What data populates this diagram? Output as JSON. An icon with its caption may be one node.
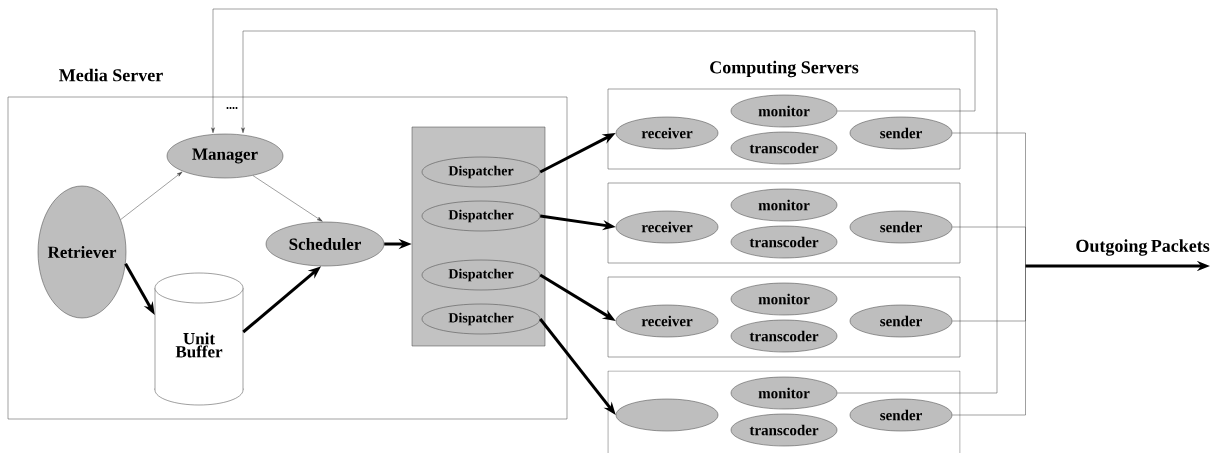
{
  "diagram": {
    "nodes": [
      {
        "text": [
          "Media Server"
        ]
      },
      {
        "text": [
          "Manager"
        ],
        "in": 0
      },
      {
        "text": [
          "Retriever"
        ],
        "in": 0
      },
      {
        "text": [
          "Unit Buffer"
        ],
        "in": 0
      },
      {
        "text": [
          "Scheduler"
        ],
        "in": 0
      },
      {
        "text": [],
        "shape": "box",
        "in": 0
      },
      {
        "text": [
          "Dispatcher"
        ],
        "in": 5
      },
      {
        "text": [
          "Dispatcher"
        ],
        "in": 5
      },
      {
        "text": [
          "Dispatcher"
        ],
        "in": 5
      },
      {
        "text": [
          "Dispatcher"
        ],
        "in": 5
      },
      {
        "text": [],
        "shape": "box"
      },
      {
        "text": [
          "receiver"
        ],
        "in": 10
      },
      {
        "text": [
          "monitor"
        ],
        "in": 10
      },
      {
        "text": [
          "transcoder"
        ],
        "in": 10
      },
      {
        "text": [
          "sender"
        ],
        "in": 10
      },
      {
        "text": [],
        "shape": "box"
      },
      {
        "text": [
          "receiver"
        ],
        "in": 15
      },
      {
        "text": [
          "monitor"
        ],
        "in": 15
      },
      {
        "text": [
          "transcoder"
        ],
        "in": 15
      },
      {
        "text": [
          "sender"
        ],
        "in": 15
      },
      {
        "text": [],
        "shape": "box"
      },
      {
        "text": [
          "receiver"
        ],
        "in": 20
      },
      {
        "text": [
          "monitor"
        ],
        "in": 20
      },
      {
        "text": [
          "transcoder"
        ],
        "in": 20
      },
      {
        "text": [
          "sender"
        ],
        "in": 20
      },
      {
        "text": [],
        "shape": "box"
      },
      {
        "text": [],
        "shape": "ellipse",
        "in": 25
      },
      {
        "text": [
          "monitor"
        ],
        "in": 25
      },
      {
        "text": [
          "transcoder"
        ],
        "in": 25
      },
      {
        "text": [
          "sender"
        ],
        "in": 25
      },
      {
        "text": [
          "Outgoing Packets"
        ]
      }
    ],
    "edges": [
      {
        "from": 2,
        "to": 1,
        "arrow": "to"
      },
      {
        "from": 1,
        "to": 4,
        "arrow": "to"
      },
      {
        "from": 2,
        "to": 3,
        "arrow": "to",
        "style": "thick"
      },
      {
        "from": 3,
        "to": 4,
        "arrow": "to",
        "style": "thick"
      },
      {
        "from": 4,
        "to": 5,
        "arrow": "to",
        "style": "thick"
      },
      {
        "from": 6,
        "to": 11,
        "arrow": "to",
        "style": "thick"
      },
      {
        "from": 7,
        "to": 16,
        "arrow": "to",
        "style": "thick"
      },
      {
        "from": 8,
        "to": 21,
        "arrow": "to",
        "style": "thick"
      },
      {
        "from": 9,
        "to": 26,
        "arrow": "to",
        "style": "thick"
      },
      {
        "from": 12,
        "to": 1,
        "arrow": "to"
      },
      {
        "from": 27,
        "to": 1,
        "arrow": "to"
      },
      {
        "from": 14,
        "to": 30,
        "arrow": "none"
      },
      {
        "from": 19,
        "to": 30,
        "arrow": "none"
      },
      {
        "from": 24,
        "to": 30,
        "arrow": "none"
      },
      {
        "from": 29,
        "to": 30,
        "arrow": "none"
      }
    ],
    "labels": [
      "....",
      "Computing Servers"
    ]
  }
}
